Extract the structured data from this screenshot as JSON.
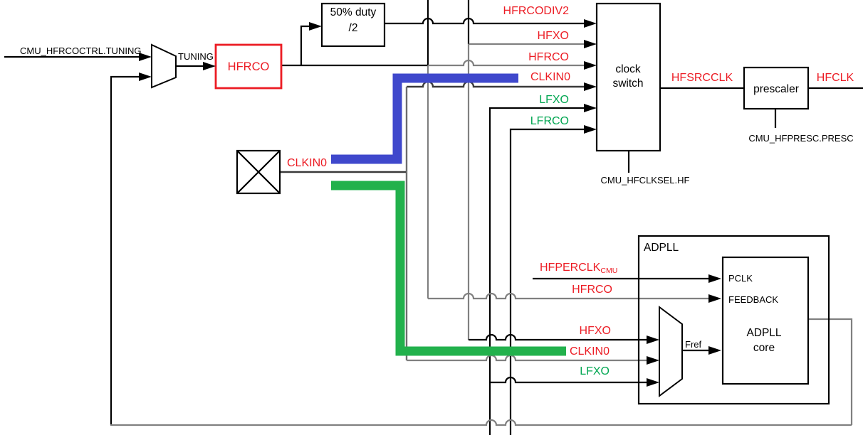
{
  "colors": {
    "red": "#ec1c24",
    "green": "#00a651",
    "blue_highlight": "#3f48cc",
    "green_highlight": "#22b14c",
    "gray_wire": "#808080",
    "black": "#000000"
  },
  "hfrco_tuning": {
    "register_label": "CMU_HFRCOCTRL.TUNING",
    "mux_output_label": "TUNING",
    "oscillator_label": "HFRCO"
  },
  "duty_divider": {
    "line1": "50% duty",
    "line2": "/2"
  },
  "clock_switch": {
    "line1": "clock",
    "line2": "switch",
    "inputs": [
      {
        "label": "HFRCODIV2",
        "color": "#ec1c24"
      },
      {
        "label": "HFXO",
        "color": "#ec1c24"
      },
      {
        "label": "HFRCO",
        "color": "#ec1c24"
      },
      {
        "label": "CLKIN0",
        "color": "#ec1c24"
      },
      {
        "label": "LFXO",
        "color": "#00a651"
      },
      {
        "label": "LFRCO",
        "color": "#00a651"
      }
    ],
    "select_register": "CMU_HFCLKSEL.HF",
    "output": "HFSRCCLK"
  },
  "prescaler": {
    "label": "prescaler",
    "register": "CMU_HFPRESC.PRESC",
    "output": "HFCLK"
  },
  "clkin0_pin": {
    "label": "CLKIN0"
  },
  "adpll": {
    "title": "ADPLL",
    "core_line1": "ADPLL",
    "core_line2": "core",
    "pclk_source": {
      "main": "HFPERCLK",
      "subscript": "CMU",
      "color": "#ec1c24"
    },
    "feedback_source": {
      "label": "HFRCO",
      "color": "#ec1c24"
    },
    "core_ports": [
      {
        "label": "PCLK"
      },
      {
        "label": "FEEDBACK"
      }
    ],
    "ref_mux_inputs": [
      {
        "label": "HFXO",
        "color": "#ec1c24"
      },
      {
        "label": "CLKIN0",
        "color": "#ec1c24"
      },
      {
        "label": "LFXO",
        "color": "#00a651"
      }
    ],
    "ref_clock_label": "Fref"
  }
}
